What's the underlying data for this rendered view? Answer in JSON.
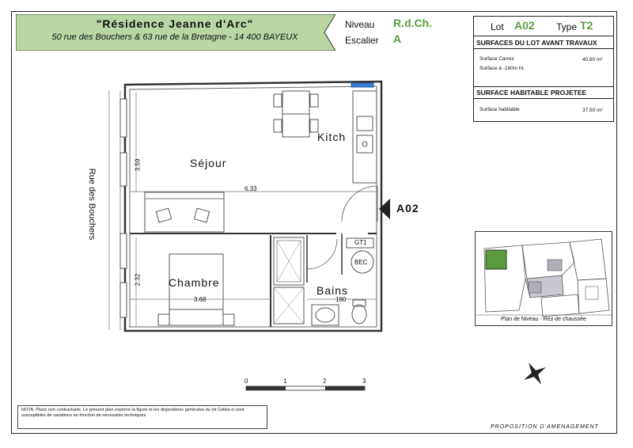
{
  "header": {
    "title": "\"Résidence Jeanne d'Arc\"",
    "address": "50 rue des Bouchers & 63 rue de la Bretagne - 14 400 BAYEUX"
  },
  "level": {
    "niveau_label": "Niveau",
    "niveau_value": "R.d.Ch.",
    "escalier_label": "Escalier",
    "escalier_value": "A"
  },
  "lot_panel": {
    "lot_label": "Lot",
    "lot_value": "A02",
    "type_label": "Type",
    "type_value": "T2",
    "surfaces_before_title": "SURFACES DU LOT AVANT TRAVAUX",
    "carrez_label": "Surface Carrez",
    "carrez_value": "40.80 m²",
    "low_height_label": "Surface à -180m ht.",
    "habitable_title": "SURFACE HABITABLE PROJETEE",
    "habitable_label": "Surface habitable",
    "habitable_value": "37.50 m²"
  },
  "plan": {
    "rooms": {
      "sejour": "Séjour",
      "kitchen": "Kitch",
      "chambre": "Chambre",
      "bains": "Bains"
    },
    "dims": {
      "d359": "3.59",
      "d633": "6.33",
      "d232": "2.32",
      "d368": "3.68",
      "d180": "180"
    },
    "equipment": {
      "gt": "GT1",
      "ballon": "BEC"
    },
    "street": "Rue des Bouchers",
    "unit_label": "A02"
  },
  "scale": {
    "ticks": [
      "0",
      "1",
      "2",
      "3"
    ]
  },
  "level_plan_caption": "Plan de Niveau - Rez de chaussée",
  "note": "NOTA: Plans non contractuels. Le présent plan exprime la figure et les dispositions générales du lot Celles-ci sont susceptibles de variations en fonction de nécessités techniques",
  "footer": "PROPOSITION D'AMENAGEMENT",
  "colors": {
    "banner": "#b9d6a3",
    "accent": "#5c9b3d"
  }
}
